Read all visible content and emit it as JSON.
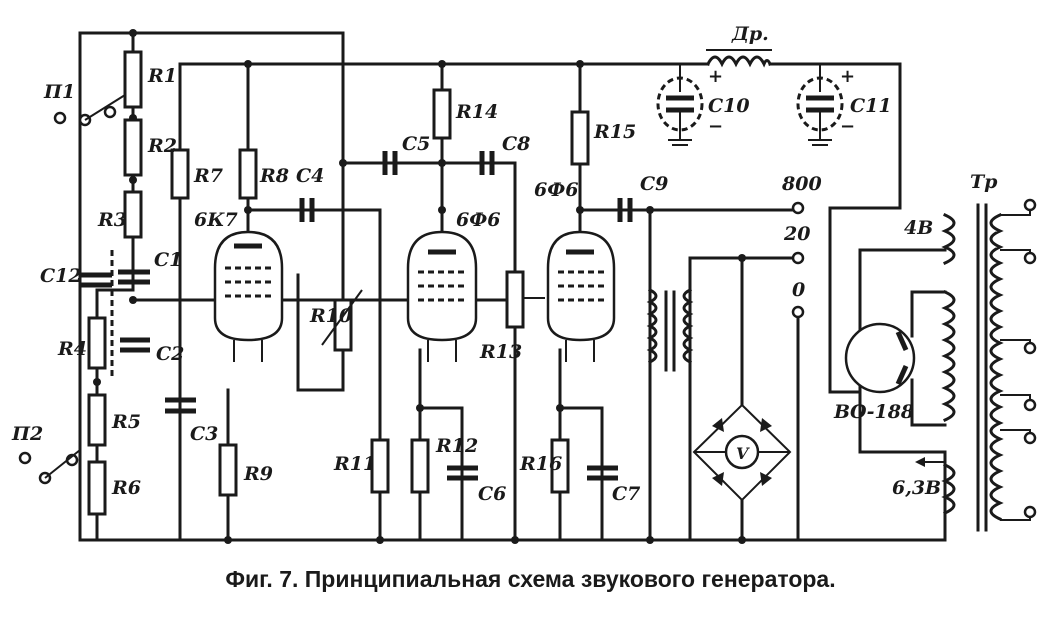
{
  "caption": "Фиг. 7. Принципиальная схема звукового генератора.",
  "labels": {
    "P1": "П1",
    "P2": "П2",
    "R1": "R1",
    "R2": "R2",
    "R3": "R3",
    "R4": "R4",
    "R5": "R5",
    "R6": "R6",
    "R7": "R7",
    "R8": "R8",
    "R9": "R9",
    "R10": "R10",
    "R11": "R11",
    "R12": "R12",
    "R13": "R13",
    "R14": "R14",
    "R15": "R15",
    "R16": "R16",
    "C1": "C1",
    "C2": "C2",
    "C3": "C3",
    "C4": "C4",
    "C5": "C5",
    "C6": "C6",
    "C7": "C7",
    "C8": "C8",
    "C9": "C9",
    "C10": "C10",
    "C11": "C11",
    "C12": "C12",
    "tube1": "6К7",
    "tube2": "6Ф6",
    "tube3": "6Ф6",
    "choke": "Др.",
    "transformer": "Тр",
    "rectifier": "ВО-188",
    "out800": "800",
    "out20": "20",
    "out0": "0",
    "tap4v": "4В",
    "tap63v": "6,3В",
    "voltmeter": "V",
    "plus": "+",
    "minus": "−"
  }
}
